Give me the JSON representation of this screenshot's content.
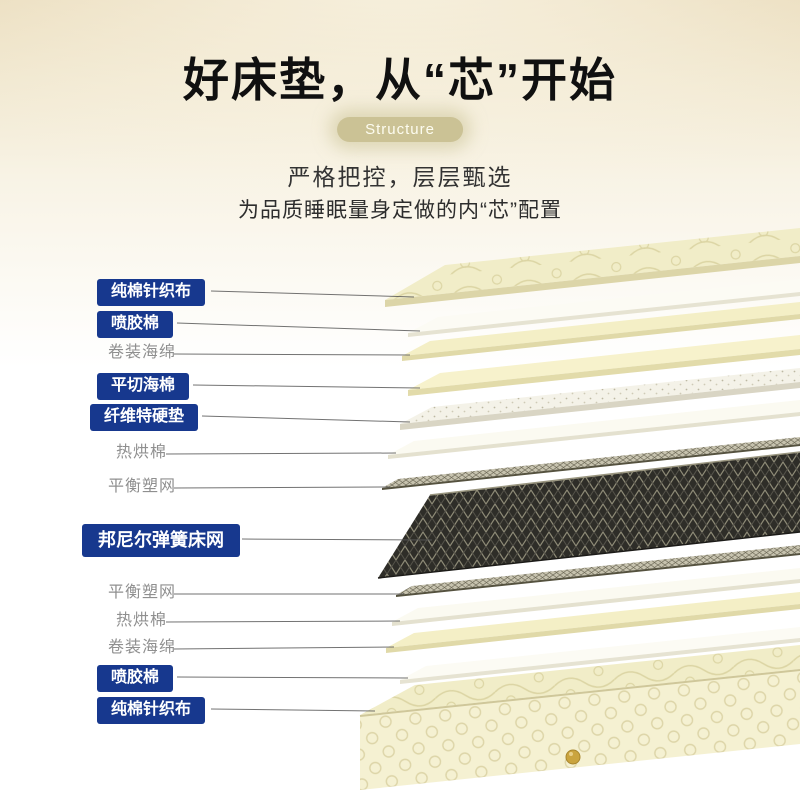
{
  "header": {
    "title": "好床垫，从“芯”开始",
    "badge": "Structure",
    "subtitle1": "严格把控，层层甄选",
    "subtitle2": "为品质睡眠量身定做的内“芯”配置"
  },
  "layers": [
    {
      "label": "纯棉针织布",
      "style": "highlight"
    },
    {
      "label": "喷胶棉",
      "style": "highlight"
    },
    {
      "label": "卷装海绵",
      "style": "plain"
    },
    {
      "label": "平切海棉",
      "style": "highlight"
    },
    {
      "label": "纤维特硬垫",
      "style": "highlight"
    },
    {
      "label": "热烘棉",
      "style": "plain"
    },
    {
      "label": "平衡塑网",
      "style": "plain"
    },
    {
      "label": "邦尼尔弹簧床网",
      "style": "highlight-large"
    },
    {
      "label": "平衡塑网",
      "style": "plain"
    },
    {
      "label": "热烘棉",
      "style": "plain"
    },
    {
      "label": "卷装海绵",
      "style": "plain"
    },
    {
      "label": "喷胶棉",
      "style": "highlight"
    },
    {
      "label": "纯棉针织布",
      "style": "highlight"
    }
  ],
  "colors": {
    "label_badge_bg": "#17388e",
    "label_badge_text": "#ffffff",
    "plain_label_text": "#8f8f8f",
    "structure_pill_bg": "#cbc295",
    "title_text": "#101010",
    "mattress_cream": "#f4efc6",
    "spring_dark": "#2e2d28",
    "button_gold": "#caa43f"
  }
}
